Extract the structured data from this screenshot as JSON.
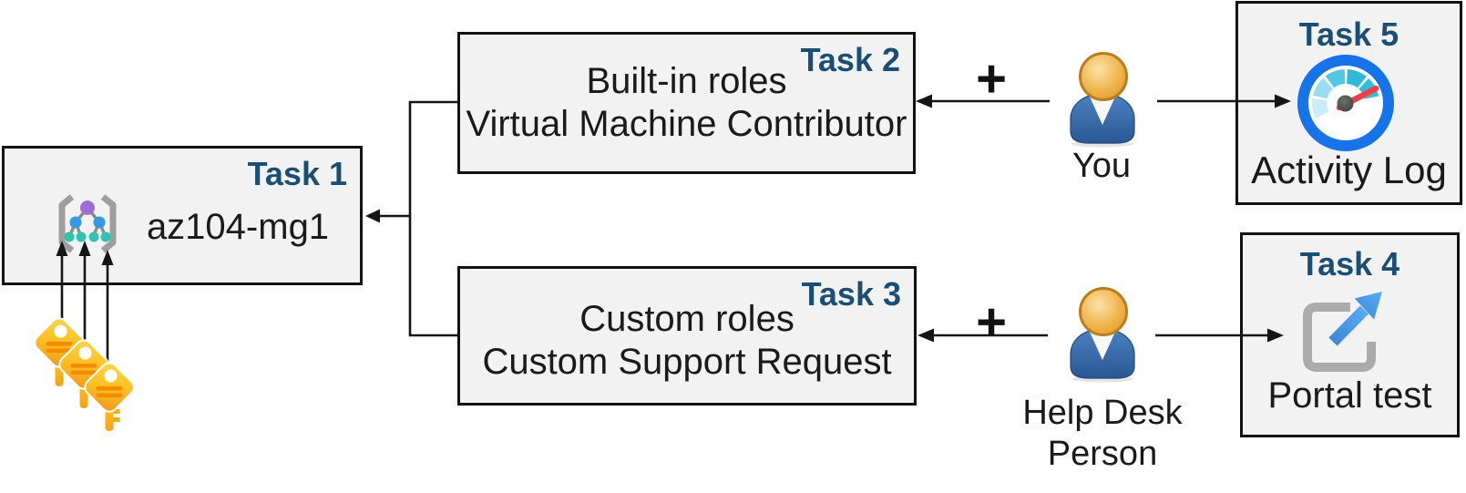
{
  "boxes": {
    "task1": {
      "tag": "Task 1",
      "title": "az104-mg1"
    },
    "task2": {
      "tag": "Task 2",
      "lines": [
        "Built-in roles",
        "Virtual Machine Contributor"
      ]
    },
    "task3": {
      "tag": "Task 3",
      "lines": [
        "Custom roles",
        "Custom Support Request"
      ]
    },
    "task5": {
      "tag": "Task 5",
      "caption": "Activity Log"
    },
    "task4": {
      "tag": "Task 4",
      "caption": "Portal test"
    }
  },
  "actors": {
    "you": {
      "label": "You"
    },
    "help_desk": {
      "line1": "Help Desk",
      "line2": "Person"
    }
  },
  "operators": {
    "plus_top": "+",
    "plus_bottom": "+"
  },
  "icons": {
    "task1": "management-group-icon",
    "task1_keys": "key-icon",
    "task5": "activity-log-gauge-icon",
    "task4": "portal-external-link-icon",
    "actors": "person-icon"
  },
  "colors": {
    "task_label": "#1B4E75",
    "box_fill": "#F2F2F2",
    "box_border": "#121212",
    "text": "#1A1A1A",
    "arrow": "#151515",
    "key_gold": "#FBBF24",
    "key_stripe": "#F28C00",
    "person_body_blue": "#33669F",
    "person_head_gold": "#EDA93B",
    "gauge_ring_blue": "#1673E8",
    "gauge_needle_red": "#EF4048",
    "portal_arrow_blue": "#4C9FE8",
    "icon_gray": "#ABABAB"
  }
}
